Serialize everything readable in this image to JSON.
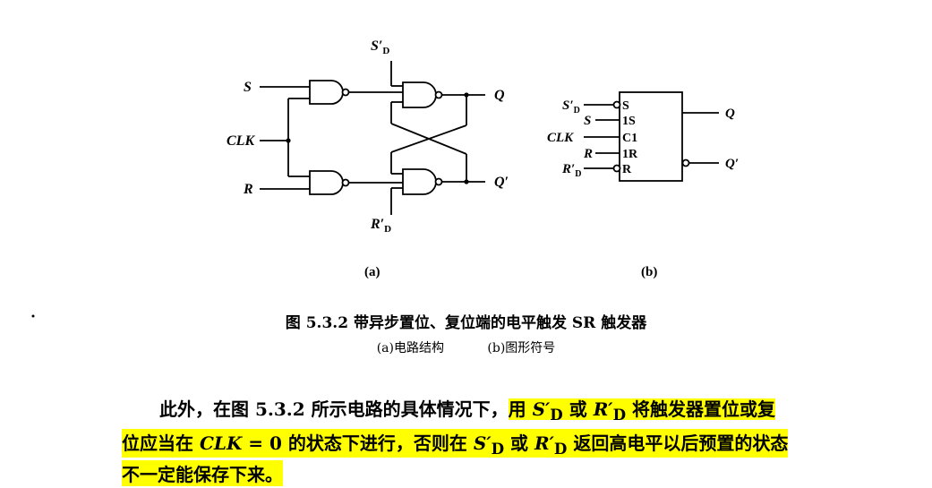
{
  "figure_a": {
    "in_s": "S",
    "in_clk": "CLK",
    "in_r": "R",
    "set_top": "S",
    "set_sub": "D",
    "reset_top": "R",
    "reset_sub": "D",
    "out_q": "Q",
    "out_qn": "Q′",
    "label": "(a)"
  },
  "figure_b": {
    "pin_sd": "S",
    "pin_sd_sub": "D",
    "pin_s": "S",
    "pin_clk": "CLK",
    "pin_r": "R",
    "pin_rd": "R",
    "pin_rd_sub": "D",
    "box_s": "S",
    "box_1s": "1S",
    "box_c1": "C1",
    "box_1r": "1R",
    "box_r": "R",
    "out_q": "Q",
    "out_qn": "Q′",
    "label": "(b)"
  },
  "caption": {
    "main": "图 5.3.2   带异步置位、复位端的电平触发 SR 触发器",
    "sub_a": "(a)电路结构",
    "sub_b": "(b)图形符号"
  },
  "paragraph": {
    "l1_plain": "此外，在图 5.3.2 所示电路的具体情况下，",
    "l1_hl_a": "用 ",
    "l1_s": "S′",
    "l1_sub1": "D",
    "l1_or": " 或 ",
    "l1_r": "R′",
    "l1_sub2": "D",
    "l1_hl_b": " 将触发器置位或复",
    "l2_a": "位应当在 ",
    "l2_clk": "CLK",
    "l2_eq": " = 0",
    "l2_b": " 的状态下进行，否则在 ",
    "l2_s": "S′",
    "l2_sub1": "D",
    "l2_or": " 或 ",
    "l2_r": "R′",
    "l2_sub2": "D",
    "l2_c": " 返回高电平以后预置的状态",
    "l3": "不一定能保存下来。"
  }
}
